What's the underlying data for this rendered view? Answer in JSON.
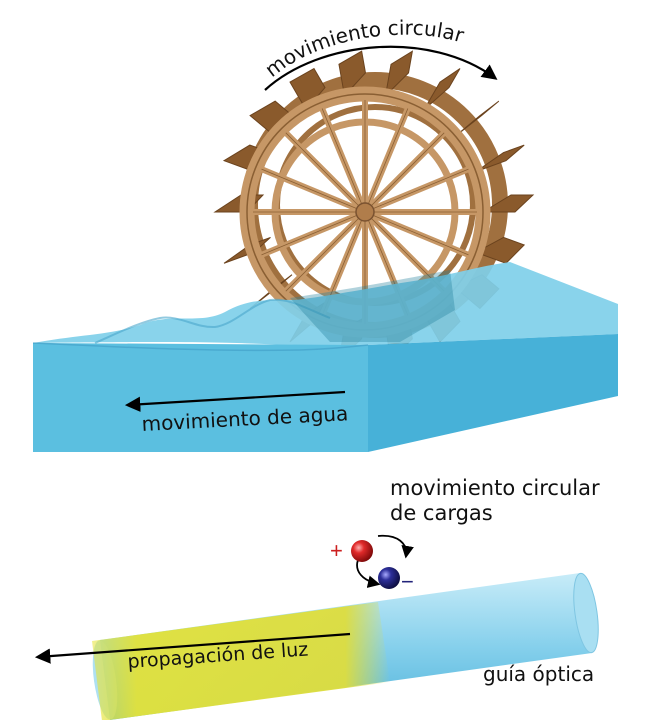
{
  "labels": {
    "wheel_motion": "movimiento circular",
    "water_motion": "movimiento de agua",
    "charges_motion_line1": "movimiento circular",
    "charges_motion_line2": "de cargas",
    "plus_sign": "+",
    "minus_sign": "−",
    "light_propagation": "propagación de luz",
    "waveguide": "guía óptica"
  },
  "colors": {
    "water": "#5bbfe0",
    "wood": "#b8875a",
    "paddle": "#8a5a2c",
    "light": "#e3e23a",
    "fiber": "#8fd3ec",
    "positive_charge": "#cc1f1f",
    "negative_charge": "#22237a"
  }
}
